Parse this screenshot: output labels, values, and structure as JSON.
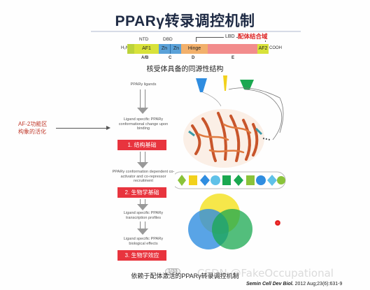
{
  "title": "PPARγ转录调控机制",
  "domain_bar": {
    "n_term": "H₂N",
    "c_term": "COOH",
    "segments": [
      {
        "label": "AF1",
        "top_label": "NTD",
        "color": "#d8e23a"
      },
      {
        "label": "Zn",
        "top_label": "DBD",
        "color": "#5aa1d8"
      },
      {
        "label": "Zn",
        "top_label": "",
        "color": "#5aa1d8"
      },
      {
        "label": "Hinge",
        "top_label": "",
        "color": "#f2b06b"
      },
      {
        "label": "",
        "top_label": "LBD",
        "color": "#f28c8c"
      },
      {
        "label": "AF2",
        "top_label": "",
        "color": "#d8e23a"
      }
    ],
    "sub_labels": [
      "A/B",
      "C",
      "D",
      "E"
    ],
    "ligand_region_label": "配体结合域"
  },
  "caption_top": "核受体具备的同源性结构",
  "flow": {
    "step0": "PPARγ ligands",
    "step1": "Ligand specific PPARγ conformational change upon binding",
    "box1": "1. 结构基础",
    "step2": "PPARγ conformation dependent co-activator and co-repressor recruitment",
    "box2": "2. 生物学基础",
    "step3": "Ligand specific PPARγ transcription profiles",
    "step4": "Ligand specific PPARγ biological effects",
    "box3": "3. 生物学效应"
  },
  "af2_note": [
    "AF-2功能区",
    "构象的活化"
  ],
  "caption_bottom": "依赖于配体激活的PPARγ转录调控机制",
  "page_number": "1/33",
  "citation_journal": "Semin Cell Dev Biol.",
  "citation_rest": " 2012 Aug;23(6):631-9",
  "watermark": "CSDN @FakeOccupational",
  "colors": {
    "red_box": "#e8343e",
    "ligand_blue": "#2f8de0",
    "ligand_yellow": "#f2d11c",
    "ligand_green": "#1aa850"
  }
}
